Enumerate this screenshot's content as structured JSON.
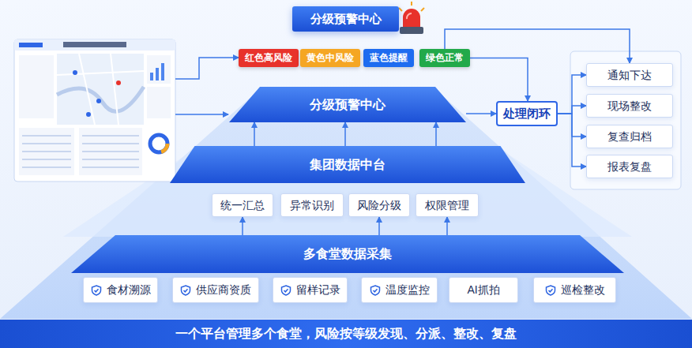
{
  "diagram": {
    "nodes": [
      {
        "text": [
          "分级预警中心"
        ]
      },
      {
        "text": [
          "红色高风险"
        ]
      },
      {
        "text": [
          "黄色中风险"
        ]
      },
      {
        "text": [
          "蓝色提醒"
        ]
      },
      {
        "text": [
          "绿色正常"
        ]
      },
      {
        "text": [
          "分级预警中心"
        ]
      },
      {
        "text": [
          "处理闭环"
        ]
      },
      {
        "text": [
          "通知下达"
        ]
      },
      {
        "text": [
          "现场整改"
        ]
      },
      {
        "text": [
          "复查归档"
        ]
      },
      {
        "text": [
          "报表复盘"
        ]
      },
      {
        "text": [
          "集团数据中台"
        ]
      },
      {
        "text": [
          "统一汇总"
        ]
      },
      {
        "text": [
          "异常识别"
        ]
      },
      {
        "text": [
          "风险分级"
        ]
      },
      {
        "text": [
          "权限管理"
        ]
      },
      {
        "text": [
          "多食堂数据采集"
        ]
      },
      {
        "text": [
          "食材溯源"
        ]
      },
      {
        "text": [
          "供应商资质"
        ]
      },
      {
        "text": [
          "留样记录"
        ]
      },
      {
        "text": [
          "温度监控"
        ]
      },
      {
        "text": [
          "AI抓拍"
        ]
      },
      {
        "text": [
          "巡检整改"
        ]
      },
      {
        "text": [
          "一个平台管理多个食堂，风险按等级发现、分派、整改、复盘"
        ]
      }
    ],
    "edges": [
      {
        "from": 4,
        "to": 6,
        "arrow": "to"
      },
      {
        "from": 4,
        "to": 7,
        "arrow": "to"
      },
      {
        "from": 5,
        "to": 6,
        "arrow": "to"
      },
      {
        "from": 6,
        "to": 7,
        "arrow": "to"
      },
      {
        "from": 6,
        "to": 8,
        "arrow": "to"
      },
      {
        "from": 6,
        "to": 9,
        "arrow": "to"
      },
      {
        "from": 6,
        "to": 10,
        "arrow": "to"
      },
      {
        "from": 11,
        "to": 5,
        "arrow": "to"
      },
      {
        "from": 11,
        "to": 5,
        "arrow": "to"
      },
      {
        "from": 11,
        "to": 5,
        "arrow": "to"
      },
      {
        "from": 16,
        "to": 12,
        "arrow": "to"
      },
      {
        "from": 16,
        "to": 14,
        "arrow": "to"
      },
      {
        "from": 16,
        "to": 15,
        "arrow": "to"
      }
    ]
  }
}
